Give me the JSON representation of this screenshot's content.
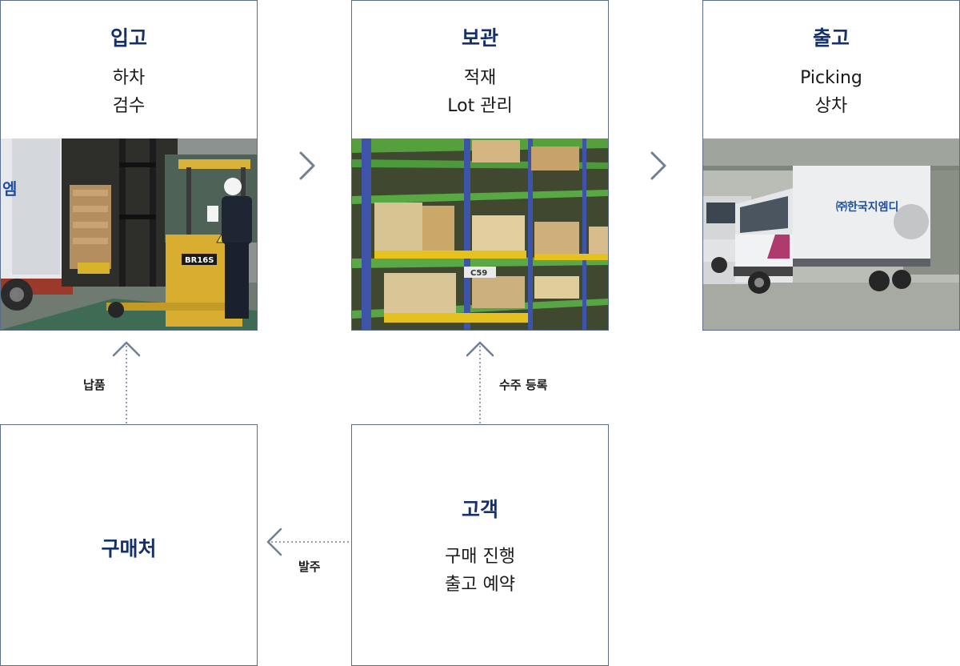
{
  "stages": {
    "inbound": {
      "title": "입고",
      "lines": [
        "하차",
        "검수"
      ],
      "photo_icon": "forklift-loading-photo"
    },
    "storage": {
      "title": "보관",
      "lines": [
        "적재",
        "Lot 관리"
      ],
      "photo_icon": "warehouse-shelving-photo"
    },
    "outbound": {
      "title": "출고",
      "lines": [
        "Picking",
        "상차"
      ],
      "photo_icon": "delivery-truck-photo"
    }
  },
  "supplier": {
    "title": "구매처"
  },
  "customer": {
    "title": "고객",
    "lines": [
      "구매 진행",
      "출고 예약"
    ]
  },
  "flows": {
    "delivery_label": "납품",
    "order_registration_label": "수주 등록",
    "purchase_order_label": "발주"
  },
  "photo_text": {
    "forklift_plate": "BR16S",
    "shelf_tag": "C59",
    "truck_logo": "㈜한국지엠디"
  },
  "colors": {
    "title": "#16306b",
    "border": "#5a6e8c",
    "arrow": "#6e7f96"
  }
}
